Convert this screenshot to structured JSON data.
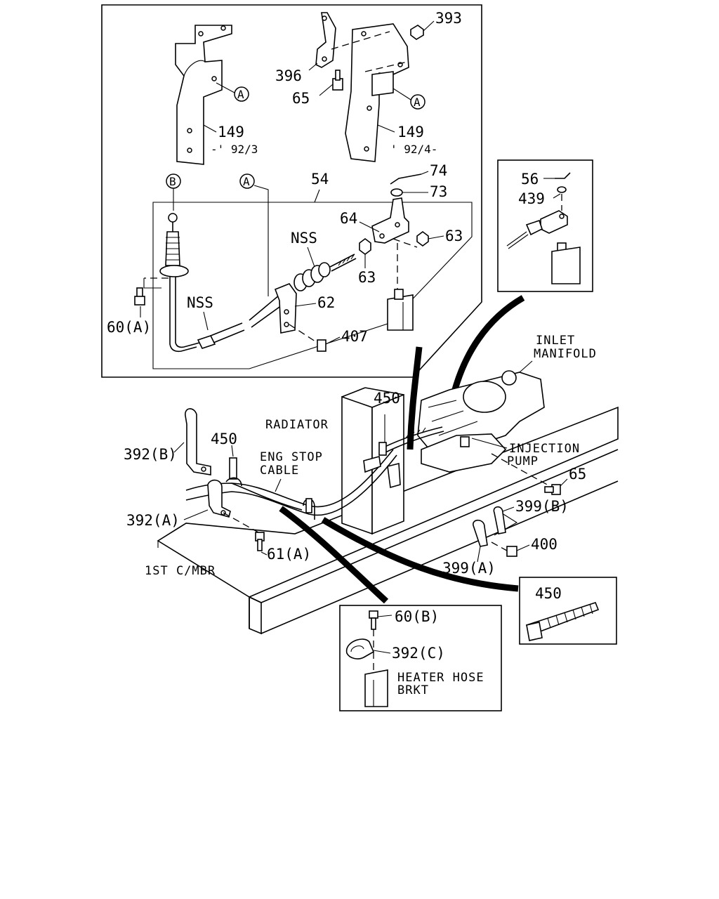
{
  "callouts": {
    "c393": "393",
    "c396": "396",
    "c65a": "65",
    "c149a": "149",
    "c149a_note": "-' 92/3",
    "c149b": "149",
    "c149b_note": "' 92/4-",
    "circle_a1": "A",
    "circle_a2": "A",
    "circle_a3": "A",
    "circle_b": "B",
    "c54": "54",
    "c74": "74",
    "c73": "73",
    "c64": "64",
    "c63a": "63",
    "c63b": "63",
    "nss1": "NSS",
    "nss2": "NSS",
    "c62": "62",
    "c60a": "60(A)",
    "c407": "407",
    "c56": "56",
    "c439": "439",
    "inlet1": "INLET",
    "inlet2": "MANIFOLD",
    "c450a": "450",
    "radiator": "RADIATOR",
    "c450b": "450",
    "engstop1": "ENG STOP",
    "engstop2": "CABLE",
    "c392b": "392(B)",
    "inj1": "INJECTION",
    "inj2": "PUMP",
    "c65b": "65",
    "c399b": "399(B)",
    "c392a": "392(A)",
    "c61a": "61(A)",
    "c400": "400",
    "cmbr": "1ST C/MBR",
    "c399a": "399(A)",
    "c450c": "450",
    "c60b": "60(B)",
    "c392c": "392(C)",
    "heater1": "HEATER HOSE",
    "heater2": "BRKT"
  }
}
